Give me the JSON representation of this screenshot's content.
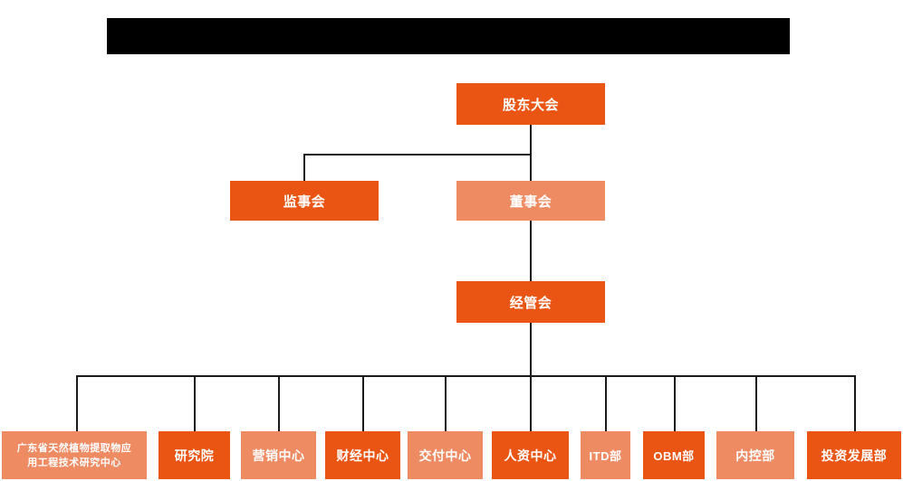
{
  "banner": {
    "name": "redacted-title-bar",
    "text": "",
    "color": "#000000"
  },
  "palette": {
    "dark_orange": "#EA5514",
    "light_orange": "#EE8B63",
    "line": "#1a1a1a",
    "background": "#ffffff",
    "text": "#ffffff"
  },
  "chart_data": {
    "type": "diagram",
    "diagram_type": "organization-chart",
    "title": "",
    "levels": [
      {
        "level": 1,
        "nodes": [
          {
            "id": "shareholders",
            "label": "股东大会",
            "shade": "dark"
          }
        ]
      },
      {
        "level": 2,
        "nodes": [
          {
            "id": "supervisors",
            "label": "监事会",
            "shade": "dark"
          },
          {
            "id": "directors",
            "label": "董事会",
            "shade": "light"
          }
        ]
      },
      {
        "level": 3,
        "nodes": [
          {
            "id": "management",
            "label": "经管会",
            "shade": "dark"
          }
        ]
      },
      {
        "level": 4,
        "nodes": [
          {
            "id": "research-center",
            "label": "广东省天然植物提取物应\n用工程技术研究中心",
            "shade": "light"
          },
          {
            "id": "institute",
            "label": "研究院",
            "shade": "dark"
          },
          {
            "id": "marketing",
            "label": "营销中心",
            "shade": "light"
          },
          {
            "id": "finance",
            "label": "财经中心",
            "shade": "dark"
          },
          {
            "id": "delivery",
            "label": "交付中心",
            "shade": "light"
          },
          {
            "id": "hr",
            "label": "人资中心",
            "shade": "dark"
          },
          {
            "id": "itd",
            "label": "ITD部",
            "shade": "light"
          },
          {
            "id": "obm",
            "label": "OBM部",
            "shade": "dark"
          },
          {
            "id": "internal-control",
            "label": "内控部",
            "shade": "light"
          },
          {
            "id": "investment",
            "label": "投资发展部",
            "shade": "dark"
          }
        ]
      }
    ],
    "edges": [
      {
        "from": "shareholders",
        "to": "supervisors"
      },
      {
        "from": "shareholders",
        "to": "directors"
      },
      {
        "from": "directors",
        "to": "management"
      },
      {
        "from": "management",
        "to": "research-center"
      },
      {
        "from": "management",
        "to": "institute"
      },
      {
        "from": "management",
        "to": "marketing"
      },
      {
        "from": "management",
        "to": "finance"
      },
      {
        "from": "management",
        "to": "delivery"
      },
      {
        "from": "management",
        "to": "hr"
      },
      {
        "from": "management",
        "to": "itd"
      },
      {
        "from": "management",
        "to": "obm"
      },
      {
        "from": "management",
        "to": "internal-control"
      },
      {
        "from": "management",
        "to": "investment"
      }
    ]
  }
}
